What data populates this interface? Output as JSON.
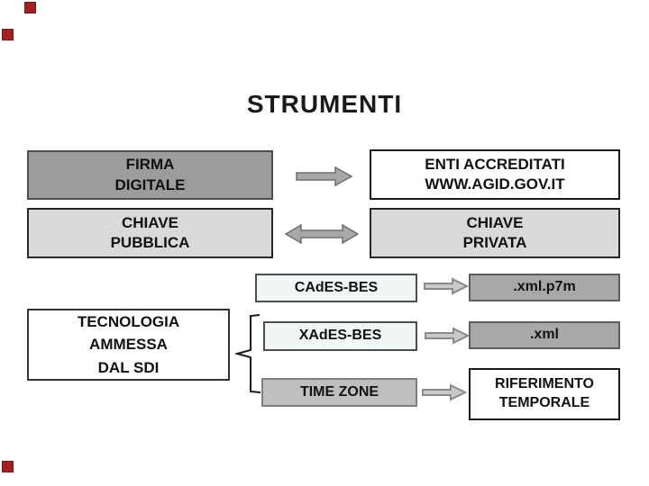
{
  "title": "STRUMENTI",
  "boxes": {
    "firma_digitale": {
      "line1": "FIRMA",
      "line2": "DIGITALE"
    },
    "enti_accreditati": {
      "line1": "ENTI ACCREDITATI",
      "line2": "WWW.AGID.GOV.IT"
    },
    "chiave_pubblica": {
      "line1": "CHIAVE",
      "line2": "PUBBLICA"
    },
    "chiave_privata": {
      "line1": "CHIAVE",
      "line2": "PRIVATA"
    },
    "tecnologia_sdi": {
      "line1": "TECNOLOGIA",
      "line2": "AMMESSA",
      "line3": "DAL SDI"
    },
    "cades_bes": {
      "label": "CAdES-BES"
    },
    "xml_p7m": {
      "label": ".xml.p7m"
    },
    "xades_bes": {
      "label": "XAdES-BES"
    },
    "xml": {
      "label": ".xml"
    },
    "time_zone": {
      "label": "TIME ZONE"
    },
    "riferimento_temporale": {
      "line1": "RIFERIMENTO",
      "line2": "TEMPORALE"
    }
  },
  "icons": {
    "right_arrow": "block arrow pointing right",
    "double_arrow": "block arrow pointing both ways",
    "brace": "left curly brace connector"
  },
  "colors": {
    "accent_red": "#a32020",
    "box_dark_gray": "#9c9c9c",
    "box_light_gray": "#d9d9d9",
    "box_mid_gray": "#a8a8a8",
    "box_timezone_gray": "#bfbfbf",
    "box_white": "#ffffff",
    "arrow_fill": "#a8a8a8",
    "arrow_small_fill": "#c9c9c9",
    "text": "#111111"
  }
}
